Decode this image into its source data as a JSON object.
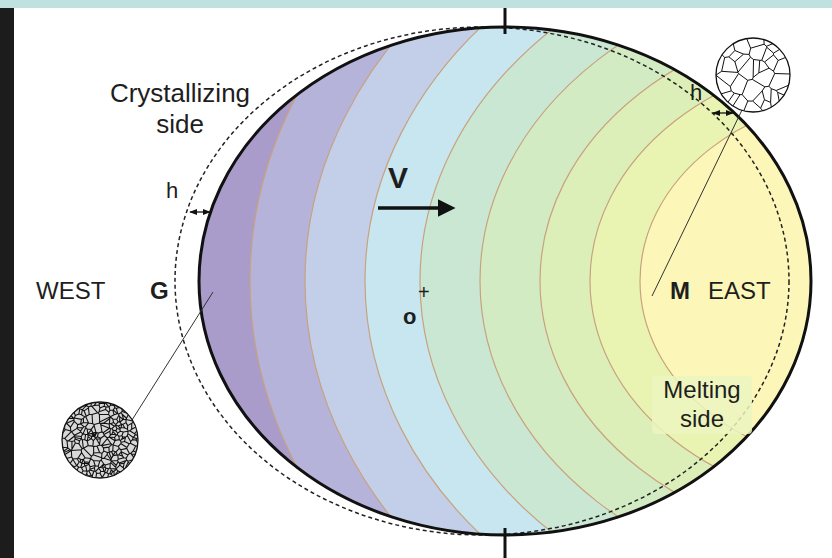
{
  "diagram": {
    "labels": [
      "Crystallizing side",
      "h",
      "V",
      "h",
      "WEST",
      "G",
      "o",
      "+",
      "M",
      "EAST",
      "Melting side"
    ]
  }
}
